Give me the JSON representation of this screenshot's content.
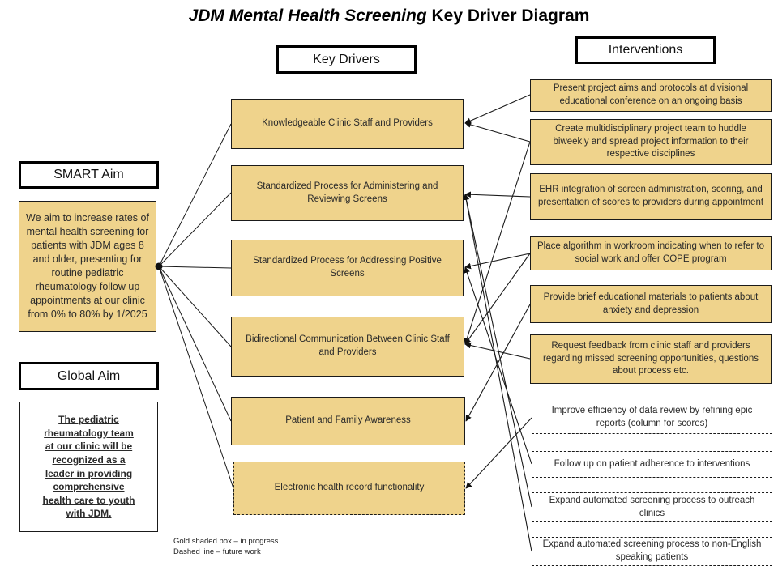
{
  "title": {
    "italic_part": "JDM Mental Health Screening",
    "rest": " Key Driver Diagram"
  },
  "headers": {
    "key_drivers": "Key Drivers",
    "interventions": "Interventions",
    "smart_aim": "SMART Aim",
    "global_aim": "Global Aim"
  },
  "smart_aim_text": "We aim to increase rates of mental health screening for patients with JDM ages 8 and older, presenting for routine pediatric rheumatology follow up appointments at our clinic from 0% to 80% by 1/2025",
  "global_aim_text": "The pediatric rheumatology team at our clinic will be recognized as a leader in providing comprehensive health care to youth with JDM.",
  "key_drivers": [
    {
      "id": "kd1",
      "label": "Knowledgeable Clinic Staff and Providers",
      "status": "in progress"
    },
    {
      "id": "kd2",
      "label": "Standardized Process for Administering and Reviewing Screens",
      "status": "in progress"
    },
    {
      "id": "kd3",
      "label": "Standardized Process for Addressing Positive Screens",
      "status": "in progress"
    },
    {
      "id": "kd4",
      "label": "Bidirectional Communication Between Clinic Staff and Providers",
      "status": "in progress"
    },
    {
      "id": "kd5",
      "label": "Patient and Family Awareness",
      "status": "in progress"
    },
    {
      "id": "kd6",
      "label": "Electronic health record functionality",
      "status": "in progress, future work"
    }
  ],
  "interventions": [
    {
      "id": "i1",
      "label": "Present project aims and protocols at divisional educational conference on an ongoing basis",
      "status": "in progress",
      "drivers": [
        "kd1"
      ]
    },
    {
      "id": "i2",
      "label": "Create multidisciplinary project team to huddle biweekly and spread project information to their respective disciplines",
      "status": "in progress",
      "drivers": [
        "kd1",
        "kd4"
      ]
    },
    {
      "id": "i3",
      "label": "EHR integration of screen administration, scoring, and presentation of scores to providers during appointment",
      "status": "in progress",
      "drivers": [
        "kd2"
      ]
    },
    {
      "id": "i4",
      "label": "Place algorithm in workroom indicating when to refer to social work and offer COPE program",
      "status": "in progress",
      "drivers": [
        "kd3",
        "kd4"
      ]
    },
    {
      "id": "i5",
      "label": "Provide brief educational materials to patients about anxiety and depression",
      "status": "in progress",
      "drivers": [
        "kd5"
      ]
    },
    {
      "id": "i6",
      "label": "Request feedback from clinic staff and providers regarding missed screening opportunities, questions about process etc.",
      "status": "in progress",
      "drivers": [
        "kd4"
      ]
    },
    {
      "id": "i7",
      "label": "Improve efficiency of data review by refining epic reports (column for scores)",
      "status": "future work",
      "drivers": [
        "kd6"
      ]
    },
    {
      "id": "i8",
      "label": "Follow up on patient adherence to interventions",
      "status": "future work",
      "drivers": [
        "kd3"
      ]
    },
    {
      "id": "i9",
      "label": "Expand automated screening process to outreach clinics",
      "status": "future work",
      "drivers": [
        "kd2"
      ]
    },
    {
      "id": "i10",
      "label": "Expand automated screening process to non-English speaking patients",
      "status": "future work",
      "drivers": [
        "kd2"
      ]
    }
  ],
  "legend": {
    "line1": "Gold shaded box – in progress",
    "line2": "Dashed line – future work"
  },
  "colors": {
    "gold_fill": "#efd38c",
    "line": "#1a1a1a"
  }
}
